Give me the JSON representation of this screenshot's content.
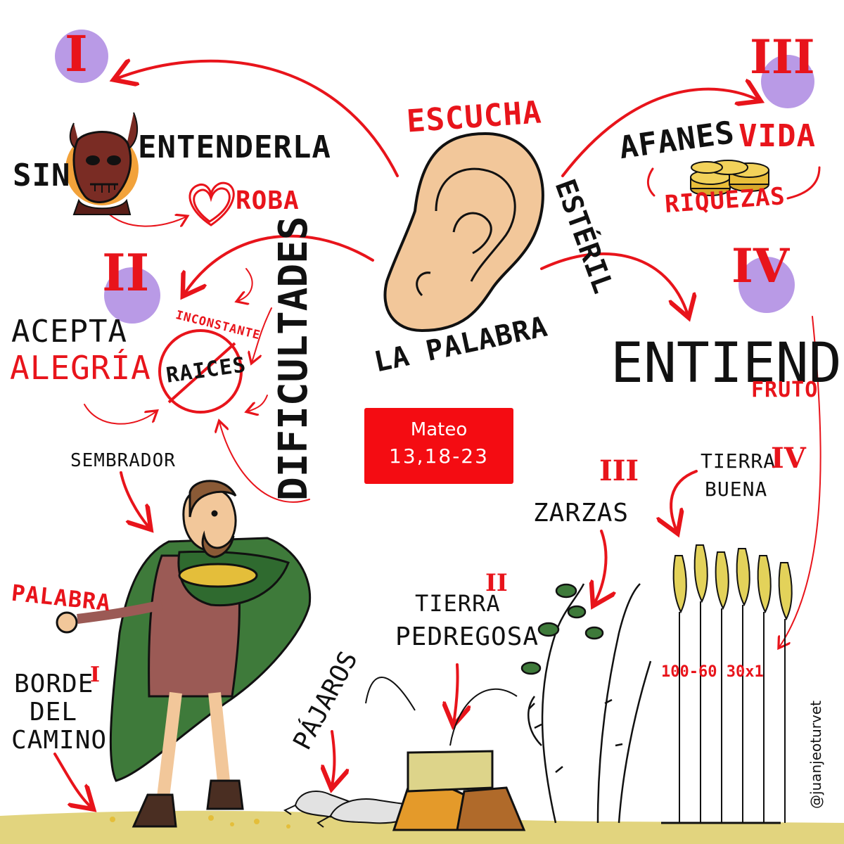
{
  "numerals": {
    "one": "I",
    "two": "II",
    "three": "III",
    "four": "IV"
  },
  "top": {
    "hears": "ESCUCHA",
    "the_word": "LA PALABRA"
  },
  "section1": {
    "without": "SIN",
    "understanding": "ENTENDERLA",
    "steals": "ROBA"
  },
  "section2": {
    "accepts": "ACEPTA",
    "joy": "ALEGRÍA",
    "roots": "RAICES",
    "inconstant": "INCONSTANTE",
    "difficulties": "DIFICULTADES"
  },
  "section3": {
    "worries": "AFANES",
    "life": "VIDA",
    "sterile": "ESTÉRIL",
    "riches": "RIQUEZAS"
  },
  "section4": {
    "understands": "ENTIENDE",
    "fruit": "FRUTO"
  },
  "reference": {
    "book": "Mateo",
    "verses": "13,18-23"
  },
  "field": {
    "sower": "SEMBRADOR",
    "word": "PALABRA",
    "path_line1": "BORDE",
    "path_line2": "DEL",
    "path_line3": "CAMINO",
    "birds": "PÁJAROS",
    "rocky_line1": "TIERRA",
    "rocky_line2": "PEDREGOSA",
    "thorns": "ZARZAS",
    "good_line1": "TIERRA",
    "good_line2": "BUENA",
    "yield": "100-60 30x1"
  },
  "signature": "@juanjeoturvet",
  "colors": {
    "accent_red": "#e8141b",
    "ink": "#111111",
    "badge_purple": "#b99ae6",
    "skin": "#f2c79a",
    "cloak_green": "#3e7a3a",
    "tunic": "#9b5a55",
    "demon": "#7a2c24",
    "demon_halo": "#f2a23a",
    "wheat": "#e3d25a"
  },
  "icons": [
    "ear-icon",
    "demon-icon",
    "heart-icon",
    "coins-icon",
    "sower-icon",
    "bird-icon",
    "wheat-icon",
    "thorn-plant-icon",
    "stone-mound-icon"
  ]
}
